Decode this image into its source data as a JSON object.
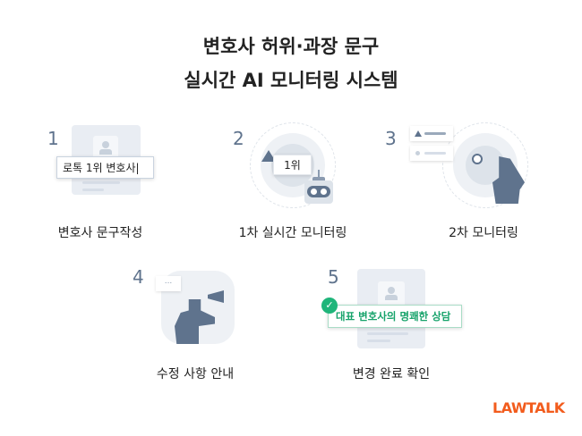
{
  "title": {
    "line1": "변호사 허위·과장 문구",
    "line2": "실시간 AI 모니터링 시스템"
  },
  "steps": [
    {
      "number": "1",
      "label": "변호사 문구작성",
      "tag": "로톡 1위 변호사|"
    },
    {
      "number": "2",
      "label": "1차 실시간 모니터링",
      "badge": "1위"
    },
    {
      "number": "3",
      "label": "2차 모니터링"
    },
    {
      "number": "4",
      "label": "수정 사항 안내",
      "bubble": "..."
    },
    {
      "number": "5",
      "label": "변경 완료 확인",
      "tag": "대표 변호사의 명쾌한 상담"
    }
  ],
  "brand": "LAWTALK",
  "colors": {
    "accent": "#f25c1d",
    "slate": "#5f738d",
    "green": "#1fb57a"
  }
}
